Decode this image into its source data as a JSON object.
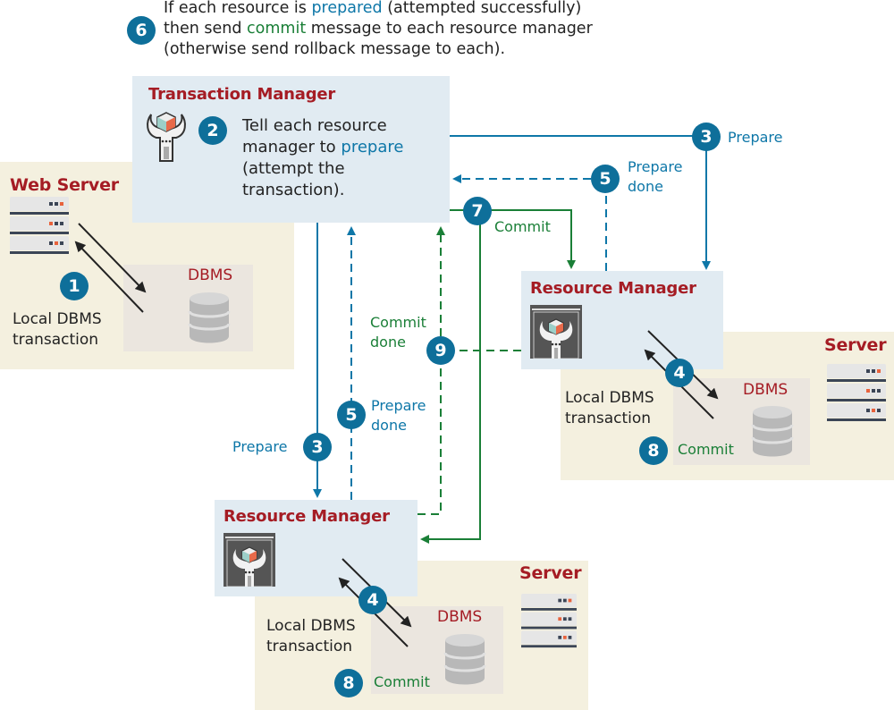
{
  "colors": {
    "step_circle": "#0e6f9a",
    "prepare_blue": "#0e77a8",
    "commit_green": "#1a7f37",
    "title_red": "#a51c24",
    "server_bg": "#f4f0df",
    "manager_bg": "#e1ebf2",
    "dbms_bg": "#ebe6df"
  },
  "step6": {
    "number": "6",
    "line1_pre": "If each resource is ",
    "line1_kw": "prepared",
    "line1_post": " (attempted successfully)",
    "line2_pre": "then send ",
    "line2_kw": "commit",
    "line2_post": " message to each resource manager",
    "line3": "(otherwise send rollback message to each)."
  },
  "transaction_manager": {
    "title": "Transaction Manager",
    "icon": "wrench-cube-icon",
    "step_number": "2",
    "text_line1": "Tell each resource",
    "text_line2_pre": "manager to ",
    "text_line2_kw": "prepare",
    "text_line3": "(attempt the",
    "text_line4": "transaction)."
  },
  "web_server": {
    "title": "Web Server",
    "icon": "server-rack-icon",
    "step_number": "1",
    "text_line1": "Local DBMS",
    "text_line2": "transaction",
    "dbms_label": "DBMS",
    "dbms_icon": "database-icon"
  },
  "resource_manager_right": {
    "title": "Resource Manager",
    "icon": "wrench-window-icon",
    "server_title": "Server",
    "server_icon": "server-rack-icon",
    "dbms_label": "DBMS",
    "step4": "4",
    "text_line1": "Local DBMS",
    "text_line2": "transaction",
    "step8": "8",
    "commit_label": "Commit"
  },
  "resource_manager_bottom": {
    "title": "Resource Manager",
    "icon": "wrench-window-icon",
    "server_title": "Server",
    "server_icon": "server-rack-icon",
    "dbms_label": "DBMS",
    "step4": "4",
    "text_line1": "Local DBMS",
    "text_line2": "transaction",
    "step8": "8",
    "commit_label": "Commit"
  },
  "flows": {
    "prepare_right": {
      "step": "3",
      "label": "Prepare"
    },
    "prepare_done_right": {
      "step": "5",
      "line1": "Prepare",
      "line2": "done"
    },
    "commit": {
      "step": "7",
      "label": "Commit"
    },
    "commit_done": {
      "step": "9",
      "line1": "Commit",
      "line2": "done"
    },
    "prepare_bottom": {
      "step": "3",
      "label": "Prepare"
    },
    "prepare_done_bottom": {
      "step": "5",
      "line1": "Prepare",
      "line2": "done"
    }
  }
}
